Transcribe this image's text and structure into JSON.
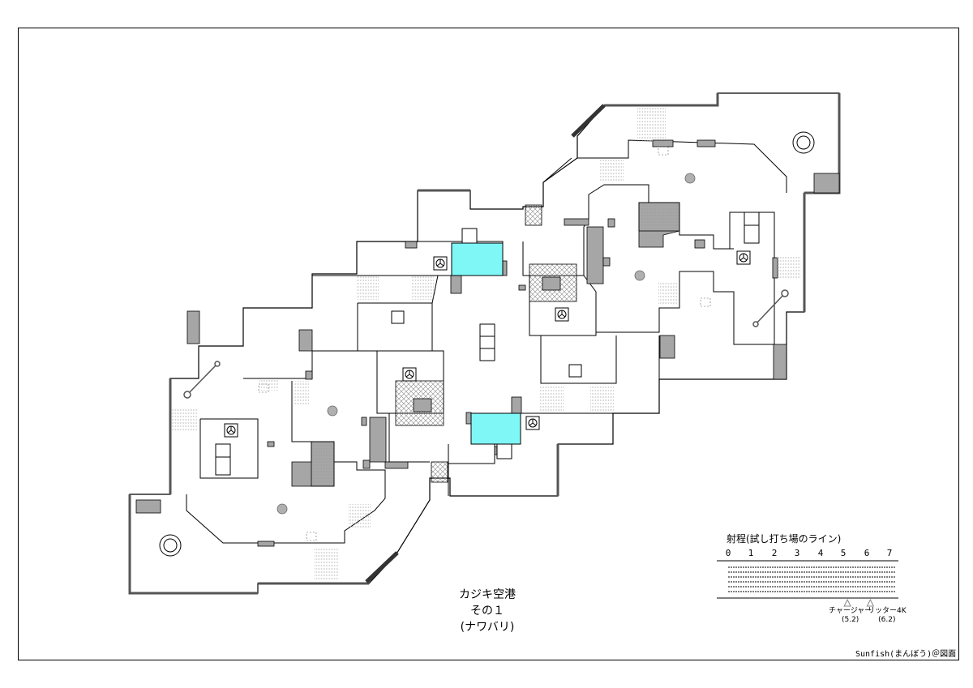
{
  "map": {
    "title_line1": "カジキ空港",
    "title_line2": "その１",
    "title_line3": "(ナワバリ)"
  },
  "range_scale": {
    "title": "射程(試し打ち場のライン)",
    "ticks": [
      "0",
      "1",
      "2",
      "3",
      "4",
      "5",
      "6",
      "7"
    ],
    "weapons": [
      {
        "name": "チャージャー",
        "range": "(5.2)",
        "range_value": 5.2
      },
      {
        "name": "リッター4K",
        "range": "(6.2)",
        "range_value": 6.2
      }
    ]
  },
  "credit": "Sunfish(まんぼう)＠図面",
  "colors": {
    "base_highlight": "#7ff7f7",
    "wall_fill": "#a6a6a6",
    "outline": "#000000"
  }
}
